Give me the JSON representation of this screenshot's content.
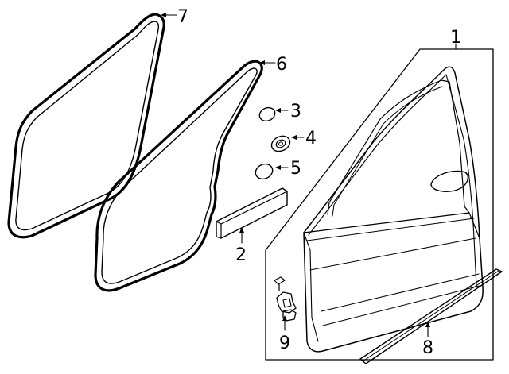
{
  "callouts": {
    "door_shell": "1",
    "belt_molding": "2",
    "plug_3": "3",
    "grommet": "4",
    "plug_5": "5",
    "body_weatherstrip": "6",
    "door_weatherstrip": "7",
    "rocker_weatherstrip": "8",
    "hinge": "9"
  }
}
